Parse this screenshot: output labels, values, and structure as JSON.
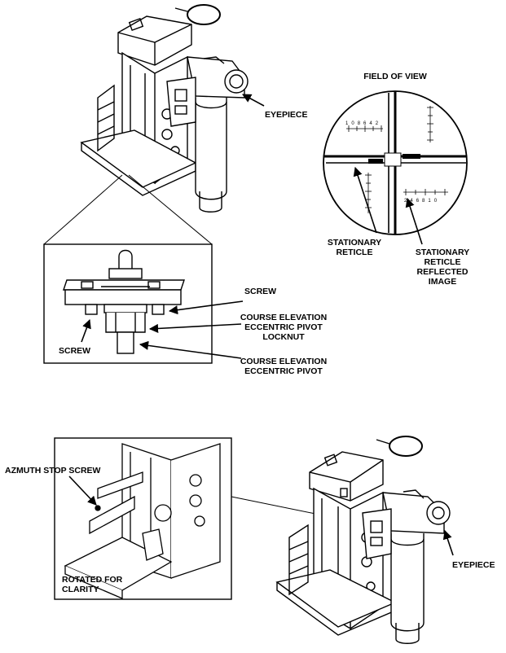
{
  "top_figure": {
    "eyepiece_label": "EYEPIECE",
    "field_of_view": {
      "title": "FIELD OF VIEW",
      "stationary_reticle": [
        "STATIONARY",
        "RETICLE"
      ],
      "reflected_image": [
        "STATIONARY",
        "RETICLE",
        "REFLECTED",
        "IMAGE"
      ],
      "scale_numbers_left": [
        "10",
        "8",
        "6",
        "4",
        "2"
      ],
      "scale_numbers_right": [
        "2",
        "4",
        "6",
        "8",
        "10"
      ]
    },
    "detail_inset": {
      "screw_right": "SCREW",
      "screw_left": "SCREW",
      "locknut": [
        "COURSE ELEVATION",
        "ECCENTRIC PIVOT",
        "LOCKNUT"
      ],
      "pivot": [
        "COURSE ELEVATION",
        "ECCENTRIC PIVOT"
      ]
    }
  },
  "bottom_figure": {
    "azimuth_stop_screw": "AZMUTH STOP SCREW",
    "rotated_note": [
      "ROTATED FOR",
      "CLARITY"
    ],
    "eyepiece_label": "EYEPIECE"
  },
  "colors": {
    "ink": "#000000",
    "paper": "#ffffff",
    "shade": "#d0d0d0"
  }
}
